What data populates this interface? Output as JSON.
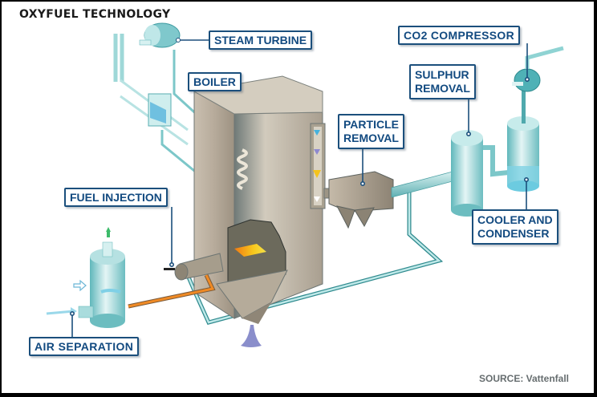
{
  "title": "OXYFUEL TECHNOLOGY",
  "source": "SOURCE: Vattenfall",
  "labels": {
    "steam_turbine": "STEAM TURBINE",
    "boiler": "BOILER",
    "co2_compressor": "CO2  COMPRESSOR",
    "sulphur_removal_1": "SULPHUR",
    "sulphur_removal_2": "REMOVAL",
    "particle_removal_1": "PARTICLE",
    "particle_removal_2": "REMOVAL",
    "fuel_injection": "FUEL INJECTION",
    "cooler_condenser_1": "COOLER AND",
    "cooler_condenser_2": "CONDENSER",
    "air_separation": "AIR  SEPARATION"
  },
  "colors": {
    "label_border": "#1b4f7c",
    "label_text": "#124a80",
    "pipe": "#8fd3d3",
    "pipe_dark": "#2f8a8e",
    "boiler": "#b9ad9c",
    "flame": "#f6a21a",
    "oxygen_line": "#f08a24"
  }
}
